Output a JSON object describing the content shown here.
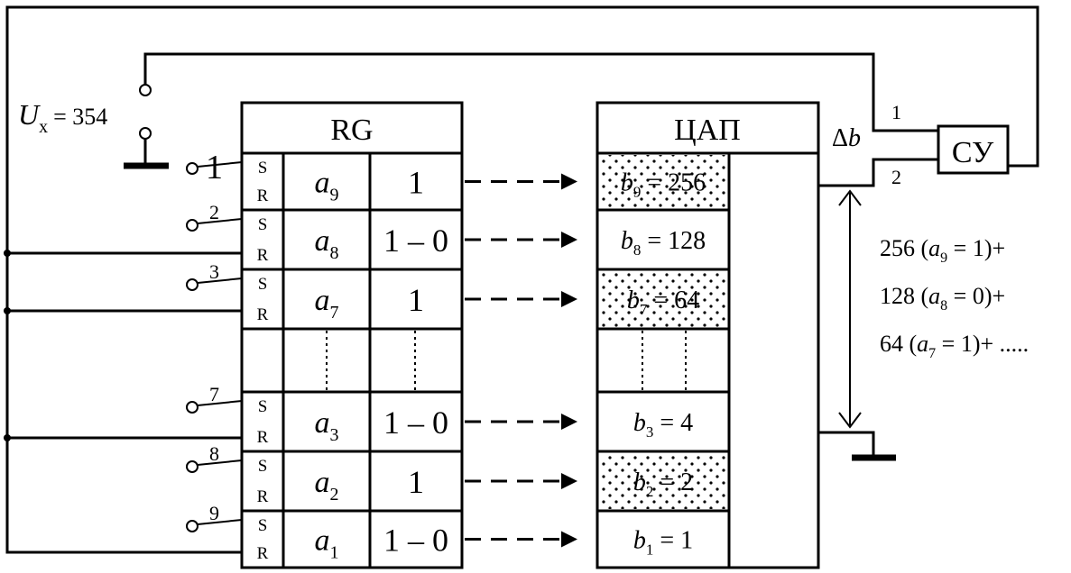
{
  "ux": {
    "symbol": "U",
    "sub": "x",
    "value": "= 354"
  },
  "rg": {
    "title": "RG",
    "rows": [
      {
        "switch": "1",
        "a": "a",
        "idx": "9",
        "val": "1"
      },
      {
        "switch": "2",
        "a": "a",
        "idx": "8",
        "val": "1 – 0"
      },
      {
        "switch": "3",
        "a": "a",
        "idx": "7",
        "val": "1"
      },
      {
        "switch": "7",
        "a": "a",
        "idx": "3",
        "val": "1 – 0"
      },
      {
        "switch": "8",
        "a": "a",
        "idx": "2",
        "val": "1"
      },
      {
        "switch": "9",
        "a": "a",
        "idx": "1",
        "val": "1 – 0"
      }
    ],
    "s_label": "S",
    "r_label": "R"
  },
  "dac": {
    "title": "ЦАП",
    "cells": [
      {
        "b": "b",
        "idx": "9",
        "val": "= 256",
        "shaded": true
      },
      {
        "b": "b",
        "idx": "8",
        "val": "= 128",
        "shaded": false
      },
      {
        "b": "b",
        "idx": "7",
        "val": "= 64",
        "shaded": true
      },
      {
        "b": "b",
        "idx": "3",
        "val": "= 4",
        "shaded": false
      },
      {
        "b": "b",
        "idx": "2",
        "val": "= 2",
        "shaded": true
      },
      {
        "b": "b",
        "idx": "1",
        "val": "= 1",
        "shaded": false
      }
    ]
  },
  "delta_b": {
    "symbol": "Δ",
    "var": "b"
  },
  "cu": {
    "label": "СУ",
    "input1": "1",
    "input2": "2"
  },
  "sum": {
    "lines": [
      {
        "num": "256",
        "a": "a",
        "idx": "9",
        "cond": "= 1)+"
      },
      {
        "num": "128",
        "a": "a",
        "idx": "8",
        "cond": "= 0)+"
      },
      {
        "num": "64",
        "a": "a",
        "idx": "7",
        "cond": "= 1)+ ....."
      }
    ]
  }
}
